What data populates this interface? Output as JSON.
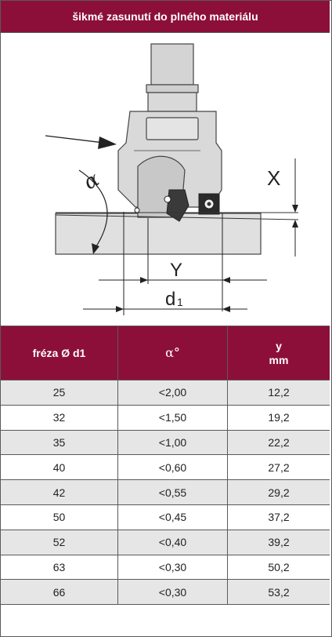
{
  "title": "šikmé zasunutí do plného materiálu",
  "diagram": {
    "label_alpha": "α",
    "label_x": "X",
    "label_y": "Y",
    "label_d": "d",
    "label_d_sub": "1"
  },
  "table": {
    "headers": [
      "fréza Ø d1",
      "α°",
      "y\nmm"
    ],
    "header_y_top": "y",
    "header_y_bottom": "mm",
    "rows": [
      [
        "25",
        "<2,00",
        "12,2"
      ],
      [
        "32",
        "<1,50",
        "19,2"
      ],
      [
        "35",
        "<1,00",
        "22,2"
      ],
      [
        "40",
        "<0,60",
        "27,2"
      ],
      [
        "42",
        "<0,55",
        "29,2"
      ],
      [
        "50",
        "<0,45",
        "37,2"
      ],
      [
        "52",
        "<0,40",
        "39,2"
      ],
      [
        "63",
        "<0,30",
        "50,2"
      ],
      [
        "66",
        "<0,30",
        "53,2"
      ]
    ]
  },
  "colors": {
    "header_bg": "#8c0f3a",
    "row_alt": "#e6e6e6",
    "border": "#5a5a5a"
  }
}
